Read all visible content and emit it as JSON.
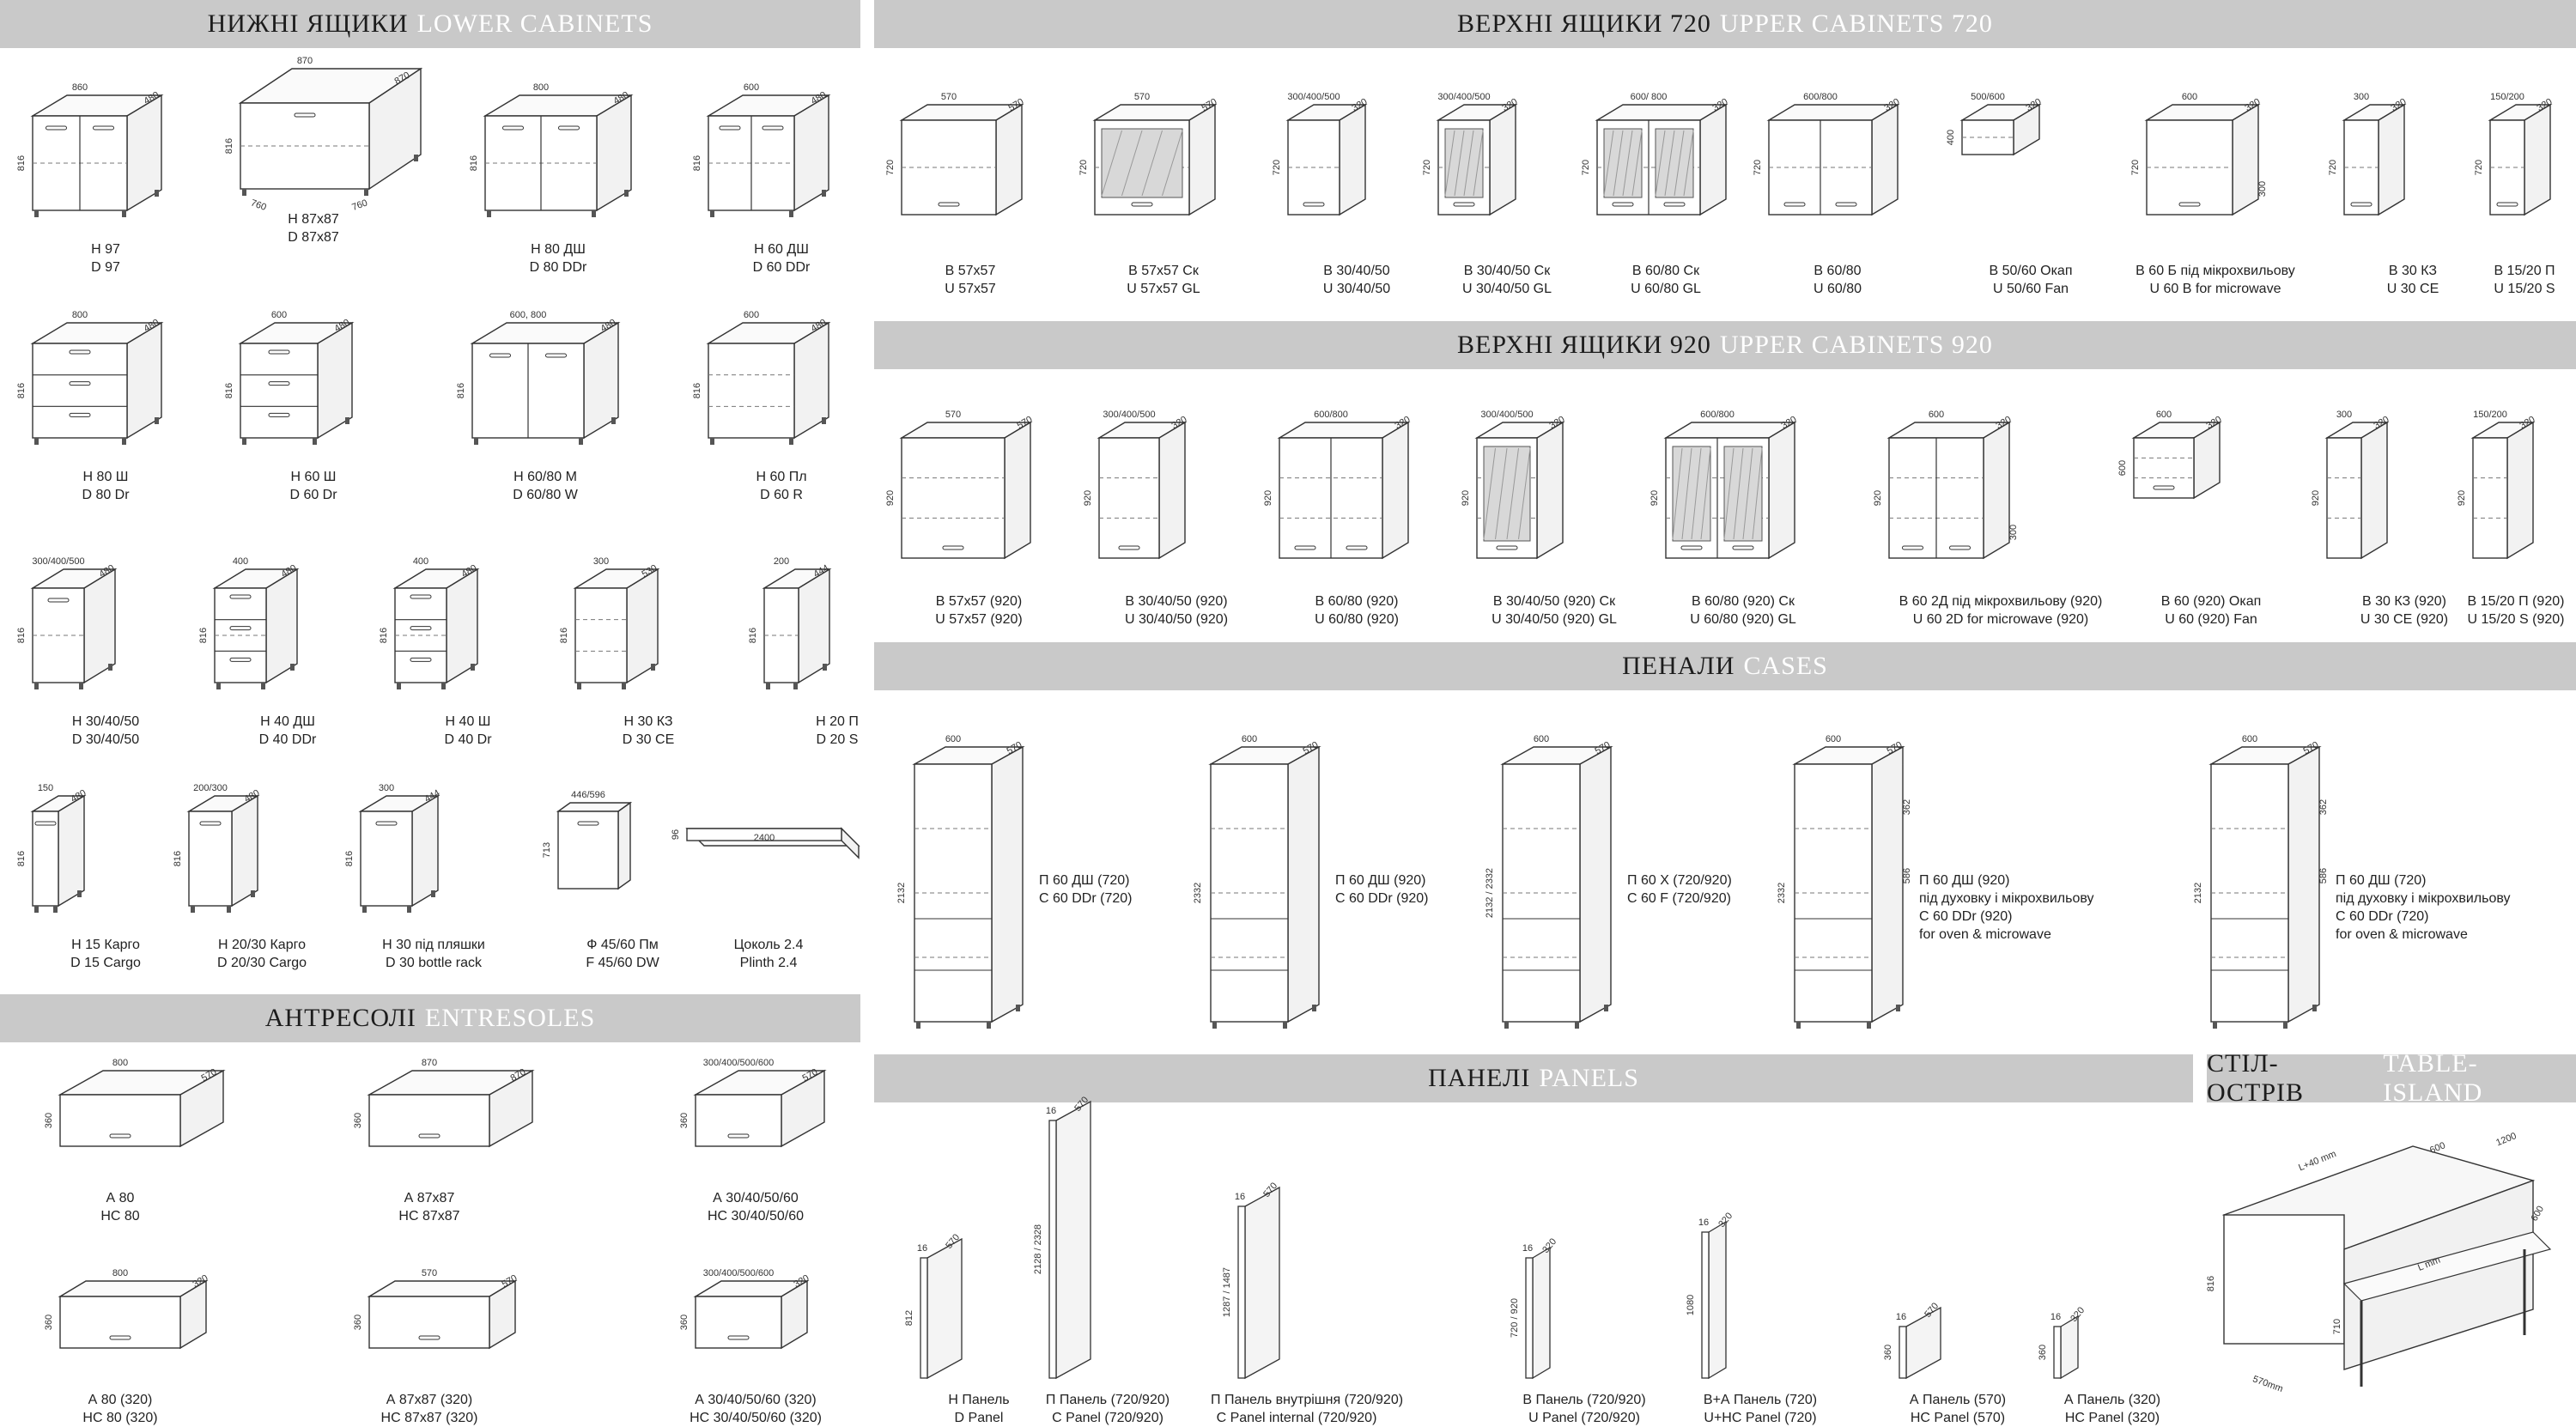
{
  "sections": {
    "lower": {
      "ua": "НИЖНІ ЯЩИКИ",
      "en": "LOWER CABINETS"
    },
    "upper720": {
      "ua": "ВЕРХНІ ЯЩИКИ 720",
      "en": "UPPER CABINETS 720"
    },
    "upper920": {
      "ua": "ВЕРХНІ ЯЩИКИ 920",
      "en": "UPPER CABINETS 920"
    },
    "cases": {
      "ua": "ПЕНАЛИ",
      "en": "CASES"
    },
    "entresoles": {
      "ua": "АНТРЕСОЛІ",
      "en": "ENTRESOLES"
    },
    "panels": {
      "ua": "ПАНЕЛІ",
      "en": "PANELS"
    },
    "island": {
      "ua": "СТІЛ-ОСТРІВ",
      "en": "TABLE-ISLAND"
    }
  },
  "lower_items": [
    {
      "ua": "Н 97",
      "en": "D 97",
      "w": "860",
      "d": "480",
      "h": "816"
    },
    {
      "ua": "Н 87x87",
      "en": "D 87x87",
      "w": "870",
      "d": "870",
      "h": "816",
      "b1": "760",
      "b2": "760"
    },
    {
      "ua": "Н 80 ДШ",
      "en": "D 80 DDr",
      "w": "800",
      "d": "480",
      "h": "816"
    },
    {
      "ua": "Н 60 ДШ",
      "en": "D 60 DDr",
      "w": "600",
      "d": "480",
      "h": "816"
    },
    {
      "ua": "Н 80 Ш",
      "en": "D 80 Dr",
      "w": "800",
      "d": "480",
      "h": "816"
    },
    {
      "ua": "Н 60 Ш",
      "en": "D 60 Dr",
      "w": "600",
      "d": "480",
      "h": "816"
    },
    {
      "ua": "Н 60/80 М",
      "en": "D 60/80 W",
      "w": "600, 800",
      "d": "480",
      "h": "816"
    },
    {
      "ua": "Н 60 Пл",
      "en": "D 60 R",
      "w": "600",
      "d": "480",
      "h": "816"
    },
    {
      "ua": "Н 30/40/50",
      "en": "D 30/40/50",
      "w": "300/400/500",
      "d": "480",
      "h": "816"
    },
    {
      "ua": "Н 40 ДШ",
      "en": "D 40 DDr",
      "w": "400",
      "d": "480",
      "h": "816"
    },
    {
      "ua": "Н 40 Ш",
      "en": "D 40 Dr",
      "w": "400",
      "d": "480",
      "h": "816"
    },
    {
      "ua": "Н 30 КЗ",
      "en": "D 30 CE",
      "w": "300",
      "d": "530",
      "h": "816"
    },
    {
      "ua": "Н 20 П",
      "en": "D 20 S",
      "w": "200",
      "d": "444",
      "h": "816"
    },
    {
      "ua": "Н 15 Карго",
      "en": "D 15 Cargo",
      "w": "150",
      "d": "480",
      "h": "816"
    },
    {
      "ua": "Н 20/30 Карго",
      "en": "D 20/30 Cargo",
      "w": "200/300",
      "d": "480",
      "h": "816"
    },
    {
      "ua": "Н 30 під пляшки",
      "en": "D 30 bottle rack",
      "w": "300",
      "d": "444",
      "h": "816"
    },
    {
      "ua": "Ф 45/60 Пм",
      "en": "F 45/60 DW",
      "w": "446/596",
      "d": "",
      "h": "713"
    },
    {
      "ua": "Цоколь 2.4",
      "en": "Plinth 2.4",
      "w": "2400",
      "d": "",
      "h": "96"
    }
  ],
  "upper720_items": [
    {
      "ua": "В 57x57",
      "en": "U 57x57",
      "w": "570",
      "d": "570",
      "h": "720"
    },
    {
      "ua": "В 57x57 Ск",
      "en": "U 57x57 GL",
      "w": "570",
      "d": "570",
      "h": "720"
    },
    {
      "ua": "В 30/40/50",
      "en": "U 30/40/50",
      "w": "300/400/500",
      "d": "320",
      "h": "720"
    },
    {
      "ua": "В 30/40/50 Ск",
      "en": "U 30/40/50 GL",
      "w": "300/400/500",
      "d": "320",
      "h": "720"
    },
    {
      "ua": "В 60/80 Ск",
      "en": "U 60/80 GL",
      "w": "600/ 800",
      "d": "320",
      "h": "720"
    },
    {
      "ua": "В 60/80",
      "en": "U 60/80",
      "w": "600/800",
      "d": "320",
      "h": "720"
    },
    {
      "ua": "В 50/60 Окап",
      "en": "U 50/60 Fan",
      "w": "500/600",
      "d": "320",
      "h": "400"
    },
    {
      "ua": "В 60 Б під мікрохвильову",
      "en": "U 60 B for microwave",
      "w": "600",
      "d": "320",
      "h": "720",
      "h2": "300"
    },
    {
      "ua": "В 30 КЗ",
      "en": "U 30 CE",
      "w": "300",
      "d": "320",
      "h": "720"
    },
    {
      "ua": "В 15/20 П",
      "en": "U 15/20 S",
      "w": "150/200",
      "d": "320",
      "h": "720"
    }
  ],
  "upper920_items": [
    {
      "ua": "В 57x57 (920)",
      "en": "U 57x57 (920)",
      "w": "570",
      "d": "570",
      "h": "920"
    },
    {
      "ua": "В 30/40/50 (920)",
      "en": "U 30/40/50 (920)",
      "w": "300/400/500",
      "d": "320",
      "h": "920"
    },
    {
      "ua": "В 60/80 (920)",
      "en": "U 60/80 (920)",
      "w": "600/800",
      "d": "320",
      "h": "920"
    },
    {
      "ua": "В 30/40/50 (920) Ск",
      "en": "U 30/40/50 (920) GL",
      "w": "300/400/500",
      "d": "320",
      "h": "920"
    },
    {
      "ua": "В 60/80 (920) Ск",
      "en": "U 60/80 (920) GL",
      "w": "600/800",
      "d": "320",
      "h": "920"
    },
    {
      "ua": "В 60 2Д під мікрохвильову (920)",
      "en": "U 60 2D for microwave (920)",
      "w": "600",
      "d": "320",
      "h": "920",
      "h2": "300"
    },
    {
      "ua": "В 60 (920) Окап",
      "en": "U 60 (920) Fan",
      "w": "600",
      "d": "320",
      "h": "600"
    },
    {
      "ua": "В 30 КЗ (920)",
      "en": "U 30 CE (920)",
      "w": "300",
      "d": "320",
      "h": "920"
    },
    {
      "ua": "В 15/20 П (920)",
      "en": "U 15/20 S (920)",
      "w": "150/200",
      "d": "320",
      "h": "920"
    }
  ],
  "case_items": [
    {
      "lines": [
        "П 60 ДШ (720)",
        "С 60 DDr (720)"
      ],
      "w": "600",
      "d": "570",
      "h": "2132"
    },
    {
      "lines": [
        "П 60 ДШ (920)",
        "С 60 DDr (920)"
      ],
      "w": "600",
      "d": "570",
      "h": "2332"
    },
    {
      "lines": [
        "П 60 Х (720/920)",
        "С 60 F (720/920)"
      ],
      "w": "600",
      "d": "570",
      "h": "2132 / 2332"
    },
    {
      "lines": [
        "П 60 ДШ (920)",
        "під духовку і мікрохвильову",
        "С 60 DDr (920)",
        "for oven & microwave"
      ],
      "w": "600",
      "d": "570",
      "h": "2332",
      "h2": "362",
      "h3": "586"
    },
    {
      "lines": [
        "П 60 ДШ (720)",
        "під духовку і мікрохвильову",
        "С 60 DDr (720)",
        "for oven & microwave"
      ],
      "w": "600",
      "d": "570",
      "h": "2132",
      "h2": "362",
      "h3": "586"
    }
  ],
  "entresole_items": [
    {
      "ua": "А 80",
      "en": "НС 80",
      "w": "800",
      "d": "570",
      "h": "360"
    },
    {
      "ua": "А 87x87",
      "en": "НС 87x87",
      "w": "870",
      "d": "870",
      "h": "360"
    },
    {
      "ua": "А 30/40/50/60",
      "en": "НС 30/40/50/60",
      "w": "300/400/500/600",
      "d": "570",
      "h": "360"
    },
    {
      "ua": "А 80 (320)",
      "en": "НС 80 (320)",
      "w": "800",
      "d": "320",
      "h": "360"
    },
    {
      "ua": "А 87x87 (320)",
      "en": "НС 87x87 (320)",
      "w": "570",
      "d": "570",
      "h": "360"
    },
    {
      "ua": "А 30/40/50/60 (320)",
      "en": "НС 30/40/50/60 (320)",
      "w": "300/400/500/600",
      "d": "320",
      "h": "360"
    }
  ],
  "panel_items": [
    {
      "ua": "Н Панель",
      "en": "D Panel",
      "w": "16",
      "d": "570",
      "h": "812"
    },
    {
      "ua": "П Панель (720/920)",
      "en": "С Panel (720/920)",
      "w": "16",
      "d": "570",
      "h": "2128 / 2328"
    },
    {
      "ua": "П Панель внутрішня (720/920)",
      "en": "С Panel internal (720/920)",
      "w": "16",
      "d": "570",
      "h": "1287 / 1487"
    },
    {
      "ua": "В Панель (720/920)",
      "en": "U Panel (720/920)",
      "w": "16",
      "d": "320",
      "h": "720 / 920"
    },
    {
      "ua": "В+А Панель (720)",
      "en": "U+НС Panel (720)",
      "w": "16",
      "d": "320",
      "h": "1080"
    },
    {
      "ua": "А Панель (570)",
      "en": "НС Panel (570)",
      "w": "16",
      "d": "570",
      "h": "360"
    },
    {
      "ua": "А Панель (320)",
      "en": "НС Panel (320)",
      "w": "16",
      "d": "320",
      "h": "360"
    }
  ],
  "island": {
    "w1": "L+40 mm",
    "w2": "L mm",
    "d": "600",
    "d2": "600",
    "d3": "1200",
    "d4": "570mm",
    "h": "816",
    "h2": "710"
  }
}
